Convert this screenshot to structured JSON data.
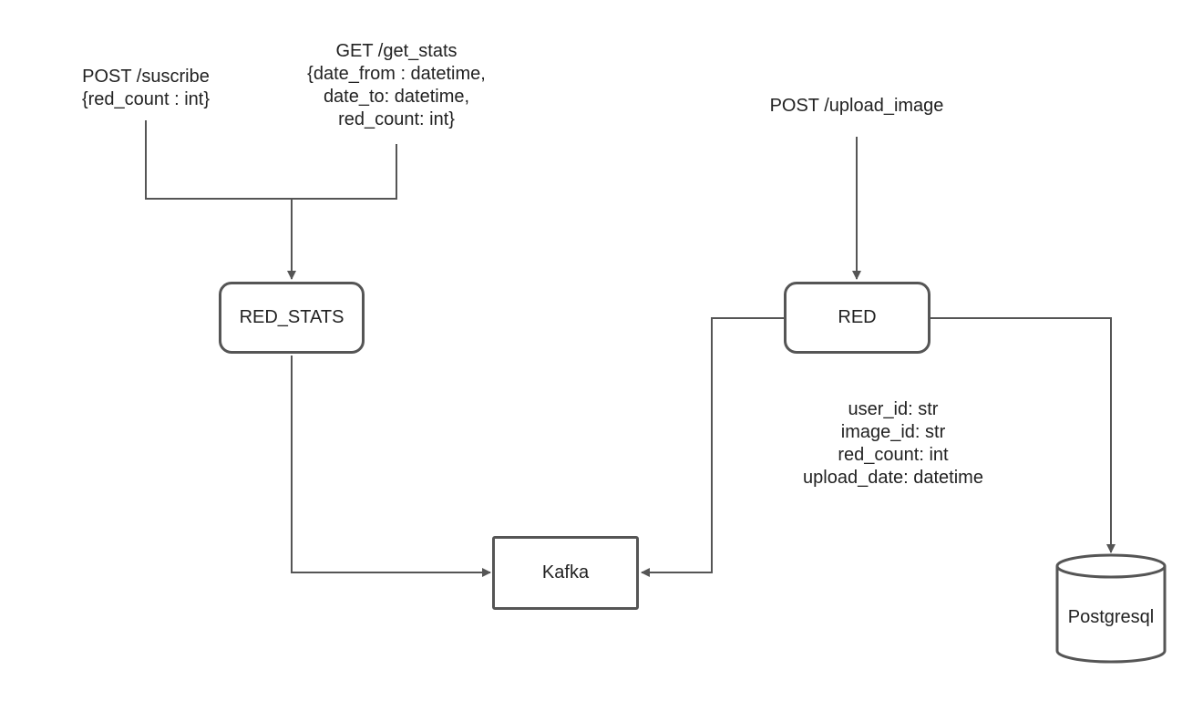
{
  "nodes": {
    "red_stats": "RED_STATS",
    "red": "RED",
    "kafka": "Kafka",
    "postgresql": "Postgresql"
  },
  "endpoints": {
    "subscribe": [
      "POST /suscribe",
      "{red_count : int}"
    ],
    "get_stats": [
      "GET /get_stats",
      "{date_from : datetime,",
      "date_to: datetime,",
      "red_count: int}"
    ],
    "upload_image": [
      "POST /upload_image"
    ]
  },
  "message_schema": [
    "user_id: str",
    "image_id: str",
    "red_count: int",
    "upload_date: datetime"
  ],
  "colors": {
    "line": "#555555",
    "text": "#222222",
    "background": "#ffffff"
  }
}
